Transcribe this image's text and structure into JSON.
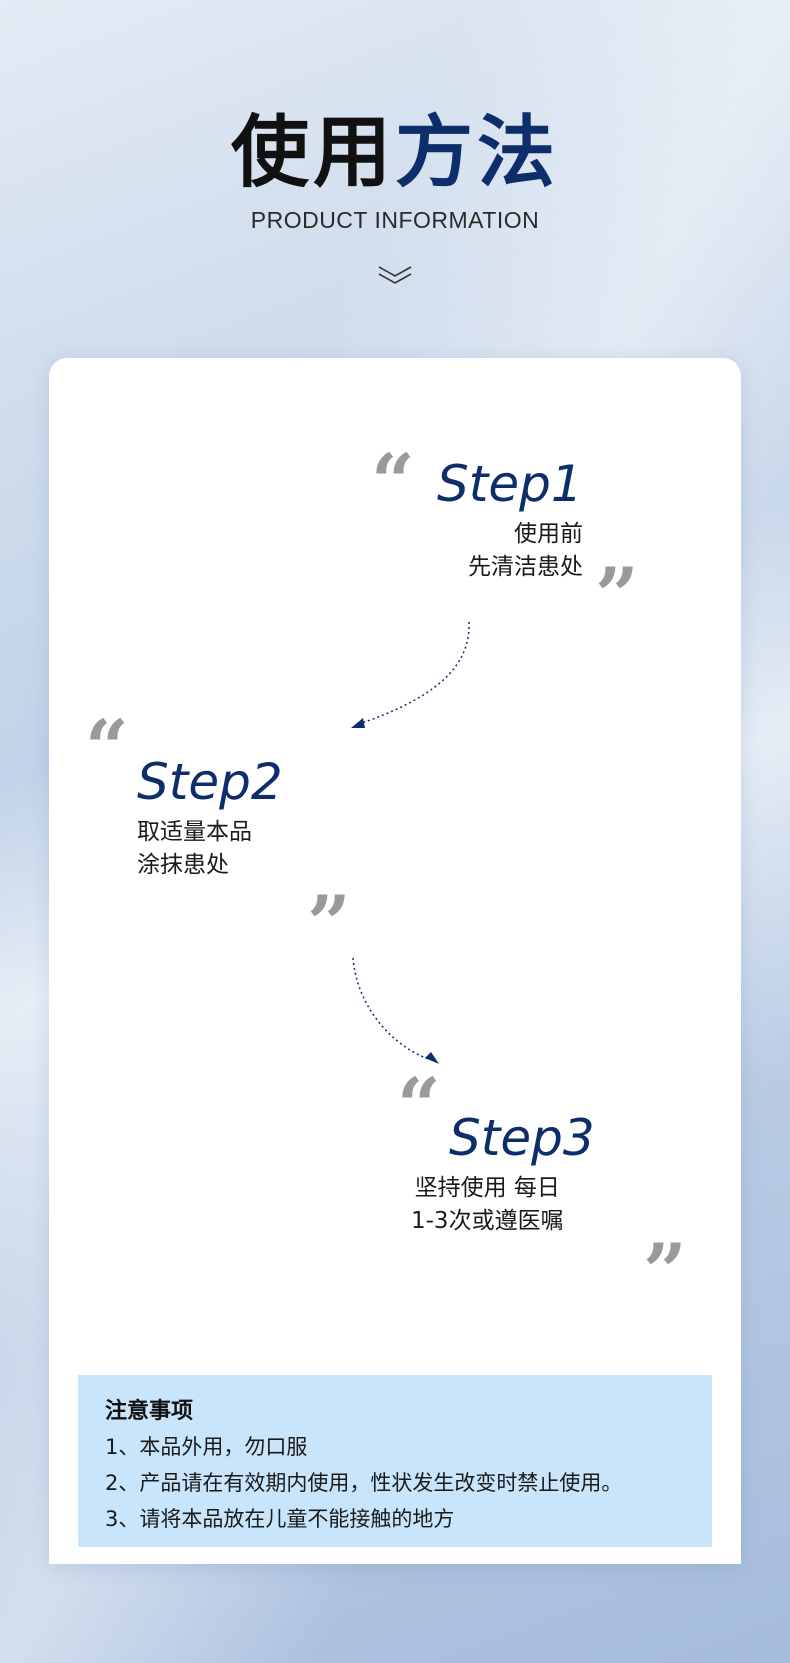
{
  "header": {
    "title_part1": "使用",
    "title_part2": "方法",
    "subtitle": "PRODUCT INFORMATION",
    "chevron_icon": "double-chevron-down-icon"
  },
  "steps": [
    {
      "label": "Step1",
      "lines": [
        "使用前",
        "先清洁患处"
      ]
    },
    {
      "label": "Step2",
      "lines": [
        "取适量本品",
        "涂抹患处"
      ]
    },
    {
      "label": "Step3",
      "lines": [
        "坚持使用 每日",
        "1-3次或遵医嘱"
      ]
    }
  ],
  "quotes": {
    "open": "“",
    "close": "”"
  },
  "notice": {
    "title": "注意事项",
    "items": [
      "1、本品外用，勿口服",
      "2、产品请在有效期内使用，性状发生改变时禁止使用。",
      "3、请将本品放在儿童不能接触的地方"
    ]
  },
  "colors": {
    "accent": "#0d2d6b",
    "quote_gray": "#9a9a9a",
    "notice_bg": "#c9e5fb"
  }
}
